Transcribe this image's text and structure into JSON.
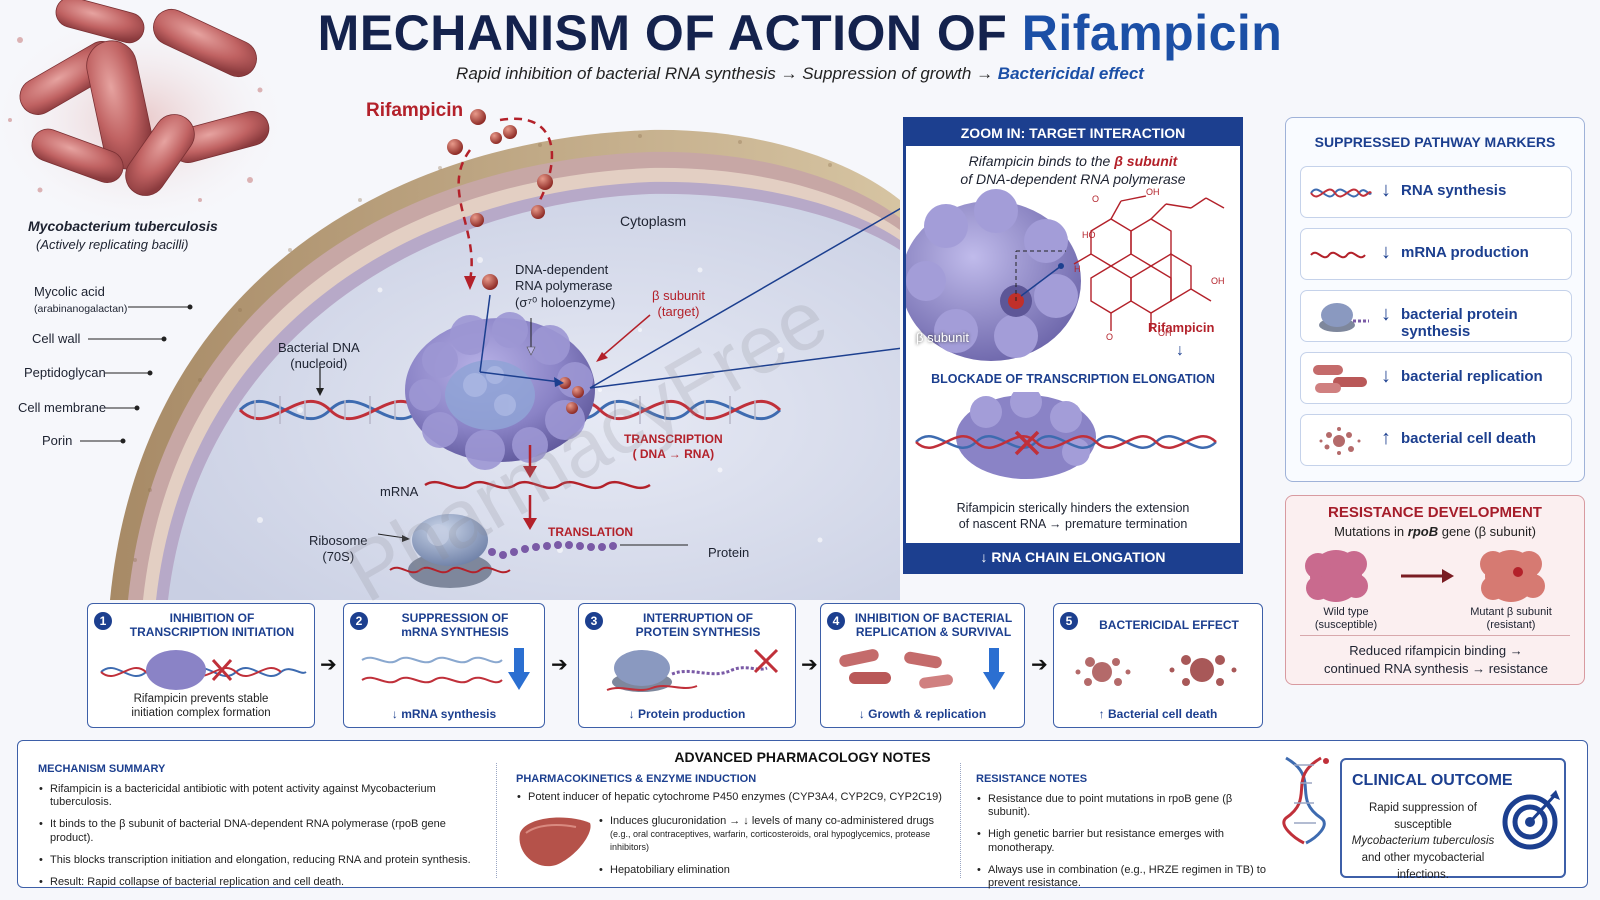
{
  "title": {
    "main": "MECHANISM OF ACTION OF ",
    "drug": "Rifampicin"
  },
  "subtitle": {
    "part1": "Rapid inhibition of bacterial RNA synthesis → Suppression of growth → ",
    "part2": "Bactericidal effect"
  },
  "bacteria": {
    "name": "Mycobacterium tuberculosis",
    "note": "(Actively replicating bacilli)"
  },
  "cell_labels": {
    "mycolic": "Mycolic acid",
    "mycolic_sub": "(arabinanogalactan)",
    "cell_wall": "Cell wall",
    "peptidoglycan": "Peptidoglycan",
    "cell_membrane": "Cell membrane",
    "porin": "Porin",
    "rifampicin": "Rifampicin",
    "cytoplasm": "Cytoplasm",
    "rnap_l1": "DNA-dependent",
    "rnap_l2": "RNA polymerase",
    "rnap_l3": "(σ⁷⁰ holoenzyme)",
    "beta_l1": "β subunit",
    "beta_l2": "(target)",
    "dna_l1": "Bacterial DNA",
    "dna_l2": "(nucleoid)",
    "transcription_l1": "TRANSCRIPTION",
    "transcription_l2": "( DNA → RNA)",
    "mrna": "mRNA",
    "translation": "TRANSLATION",
    "ribosome_l1": "Ribosome",
    "ribosome_l2": "(70S)",
    "protein": "Protein"
  },
  "zoom": {
    "header": "ZOOM IN: TARGET INTERACTION",
    "bind_l1a": "Rifampicin binds to the ",
    "bind_l1b": "β subunit",
    "bind_l2": "of DNA-dependent RNA polymerase",
    "beta_label": "β subunit",
    "rif_label": "Rifampicin",
    "blockade": "BLOCKADE OF TRANSCRIPTION ELONGATION",
    "hinder_l1": "Rifampicin sterically hinders the extension",
    "hinder_l2": "of nascent RNA → premature termination",
    "footer": "↓ RNA CHAIN ELONGATION",
    "chem_oh": "OH",
    "chem_o": "O",
    "chem_ho": "HO",
    "chem_h": "H"
  },
  "markers": {
    "title": "SUPPRESSED PATHWAY MARKERS",
    "items": [
      {
        "arrow": "↓",
        "label": "RNA synthesis"
      },
      {
        "arrow": "↓",
        "label": "mRNA production"
      },
      {
        "arrow": "↓",
        "label": "bacterial protein synthesis"
      },
      {
        "arrow": "↓",
        "label": "bacterial replication"
      },
      {
        "arrow": "↑",
        "label": "bacterial cell death"
      }
    ]
  },
  "resistance": {
    "title": "RESISTANCE DEVELOPMENT",
    "sub_a": "Mutations in ",
    "sub_gene": "rpoB",
    "sub_b": " gene (β subunit)",
    "wild_l1": "Wild type",
    "wild_l2": "(susceptible)",
    "mutant_l1": "Mutant β subunit",
    "mutant_l2": "(resistant)",
    "note_l1": "Reduced rifampicin binding →",
    "note_l2": "continued RNA synthesis → resistance"
  },
  "steps": [
    {
      "num": "1",
      "title_l1": "INHIBITION OF",
      "title_l2": "TRANSCRIPTION INITIATION",
      "bottom_l1": "Rifampicin prevents stable",
      "bottom_l2": "initiation complex formation"
    },
    {
      "num": "2",
      "title_l1": "SUPPRESSION OF",
      "title_l2": "mRNA SYNTHESIS",
      "bottom": "↓ mRNA synthesis"
    },
    {
      "num": "3",
      "title_l1": "INTERRUPTION OF",
      "title_l2": "PROTEIN SYNTHESIS",
      "bottom": "↓ Protein production"
    },
    {
      "num": "4",
      "title_l1": "INHIBITION OF BACTERIAL",
      "title_l2": "REPLICATION & SURVIVAL",
      "bottom": "↓ Growth & replication"
    },
    {
      "num": "5",
      "title_l1": "BACTERICIDAL EFFECT",
      "title_l2": "",
      "bottom": "↑ Bacterial cell death"
    }
  ],
  "notes": {
    "header": "ADVANCED PHARMACOLOGY NOTES",
    "summary_title": "MECHANISM SUMMARY",
    "summary": [
      "Rifampicin is a bactericidal antibiotic with potent activity against Mycobacterium tuberculosis.",
      "It binds to the β subunit of bacterial DNA-dependent RNA polymerase (rpoB gene product).",
      "This blocks transcription initiation and elongation, reducing RNA and protein synthesis.",
      "Result: Rapid collapse of bacterial replication and cell death."
    ],
    "pk_title": "PHARMACOKINETICS & ENZYME INDUCTION",
    "pk_main": "Potent inducer of hepatic cytochrome P450 enzymes (CYP3A4, CYP2C9, CYP2C19)",
    "pk_sub1": "Induces glucuronidation → ↓ levels of many co-administered drugs",
    "pk_sub1_note": "(e.g., oral contraceptives, warfarin, corticosteroids, oral hypoglycemics, protease inhibitors)",
    "pk_sub2": "Hepatobiliary elimination",
    "res_title": "RESISTANCE NOTES",
    "res": [
      "Resistance due to point mutations in rpoB gene (β subunit).",
      "High genetic barrier but resistance emerges with monotherapy.",
      "Always use in combination (e.g., HRZE regimen in TB) to prevent resistance."
    ],
    "clinical_title": "CLINICAL OUTCOME",
    "clinical_l1": "Rapid suppression of susceptible",
    "clinical_l2": "Mycobacterium tuberculosis",
    "clinical_l3": "and other mycobacterial",
    "clinical_l4": "infections."
  },
  "watermark": "PharmacyFree",
  "colors": {
    "navy": "#1c3f8f",
    "red": "#b3212a",
    "polymerase": "#8a83c6",
    "bacteria": "#c46b6b"
  }
}
